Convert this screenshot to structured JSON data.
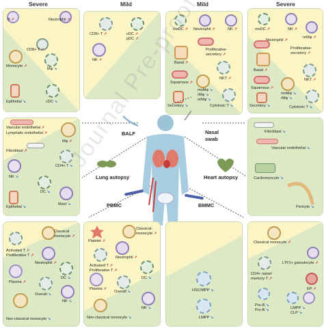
{
  "headers": {
    "severe_left": "Severe",
    "mild_left": "Mild",
    "mild_right": "Mild",
    "severe_right": "Severe"
  },
  "center": {
    "balf": "BALF",
    "nasal": "Nasal",
    "swab": "swab",
    "lung": "Lung autopsy",
    "heart": "Heart autopsy",
    "pbmc": "PBMC",
    "bmmc": "BMMC"
  },
  "watermark": "Journal Pre-proof",
  "panels": {
    "balf_severe": [
      "B",
      "Neutrophil",
      "CD8+ T",
      "Monocyte",
      "Mφ",
      "Epithelial",
      "cDC"
    ],
    "balf_mild": [
      "CD8+ T",
      "cDC",
      "pDC",
      "NK"
    ],
    "nasal_mild": [
      "moDC",
      "Neutrophil",
      "NK",
      "Proliferative-",
      "secretory",
      "Basal",
      "NKT",
      "Squamous",
      "moMφ",
      "rMφ",
      "nrMφ",
      "Secretory",
      "Cytotoxic T"
    ],
    "nasal_severe": [
      "moDC",
      "NK",
      "Neutrophil",
      "nrMφ",
      "Proliferative-",
      "secretory",
      "Basal",
      "NKT",
      "Squamous",
      "moMφ",
      "rMφ",
      "Secretory",
      "Cytotoxic T"
    ],
    "lung": [
      "Vascular endothelial",
      "Lymphatic endothelial",
      "Mφ",
      "Fibroblast",
      "CD4+ T",
      "NK",
      "DC",
      "Epithelial",
      "Mast"
    ],
    "heart": [
      "Fibroblast",
      "Vascular endothelial",
      "Cardiomyocyte",
      "Pericyte"
    ],
    "pbmc_severe": [
      "Classical",
      "monocyte",
      "Activated T",
      "Proliferative T",
      "Neutrophil",
      "Plasma",
      "DC",
      "Overall",
      "NK",
      "Non-classical monocyte"
    ],
    "pbmc_mild": [
      "Platelet",
      "Classical-",
      "monocyte",
      "Neutrophil",
      "Activated T",
      "Proliferative T",
      "Plasma",
      "DC",
      "Overall",
      "NK",
      "Non-classical monocyte"
    ],
    "bmmc_mild": [
      "HSC/MPP",
      "LMPP"
    ],
    "bmmc_severe": [
      "Classical monocyte",
      "LTF1+ granulocyte",
      "CD4+ naive/",
      "memory T",
      "EP",
      "Pre-B",
      "Pro-B",
      "LMPP",
      "CLP"
    ]
  },
  "colors": {
    "yellow": "#fbf4c4",
    "green": "#dde8c4",
    "border": "#cfd9b8",
    "up": "#d5473a",
    "down": "#3b78c4"
  }
}
